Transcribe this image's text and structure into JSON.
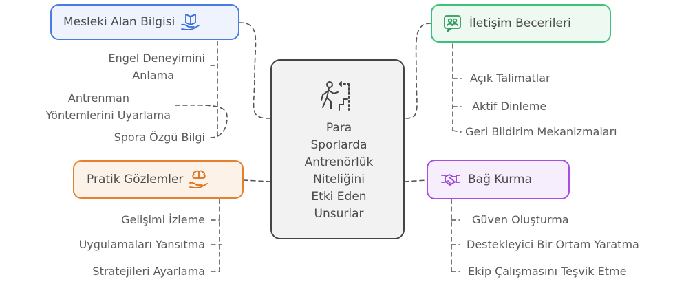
{
  "center": {
    "title_lines": [
      "Para",
      "Sporlarda",
      "Antrenörlük",
      "Niteliğini",
      "Etki Eden",
      "Unsurlar"
    ],
    "icon": "person-walking-uphill-icon"
  },
  "branches": {
    "mesleki": {
      "label": "Mesleki Alan Bilgisi",
      "icon": "book-in-hand-icon",
      "color": "#4a7be0",
      "items": [
        "Engel Deneyimini Anlama",
        "Antrenman Yöntemlerini Uyarlama",
        "Spora Özgü Bilgi"
      ],
      "item_lines": [
        [
          "Engel Deneyimini",
          "Anlama"
        ],
        [
          "Antrenman",
          "Yöntemlerini Uyarlama"
        ],
        [
          "Spora Özgü Bilgi"
        ]
      ]
    },
    "iletisim": {
      "label": "İletişim Becerileri",
      "icon": "people-chat-icon",
      "color": "#3dbf7d",
      "items": [
        "Açık Talimatlar",
        "Aktif Dinleme",
        "Geri Bildirim Mekanizmaları"
      ]
    },
    "pratik": {
      "label": "Pratik Gözlemler",
      "icon": "brain-in-hand-icon",
      "color": "#e3822e",
      "items": [
        "Gelişimi İzleme",
        "Uygulamaları Yansıtma",
        "Stratejileri Ayarlama"
      ]
    },
    "bag": {
      "label": "Bağ Kurma",
      "icon": "handshake-icon",
      "color": "#a64ee0",
      "items": [
        "Güven Oluşturma",
        "Destekleyici Bir Ortam Yaratma",
        "Ekip Çalışmasını Teşvik Etme"
      ]
    }
  }
}
